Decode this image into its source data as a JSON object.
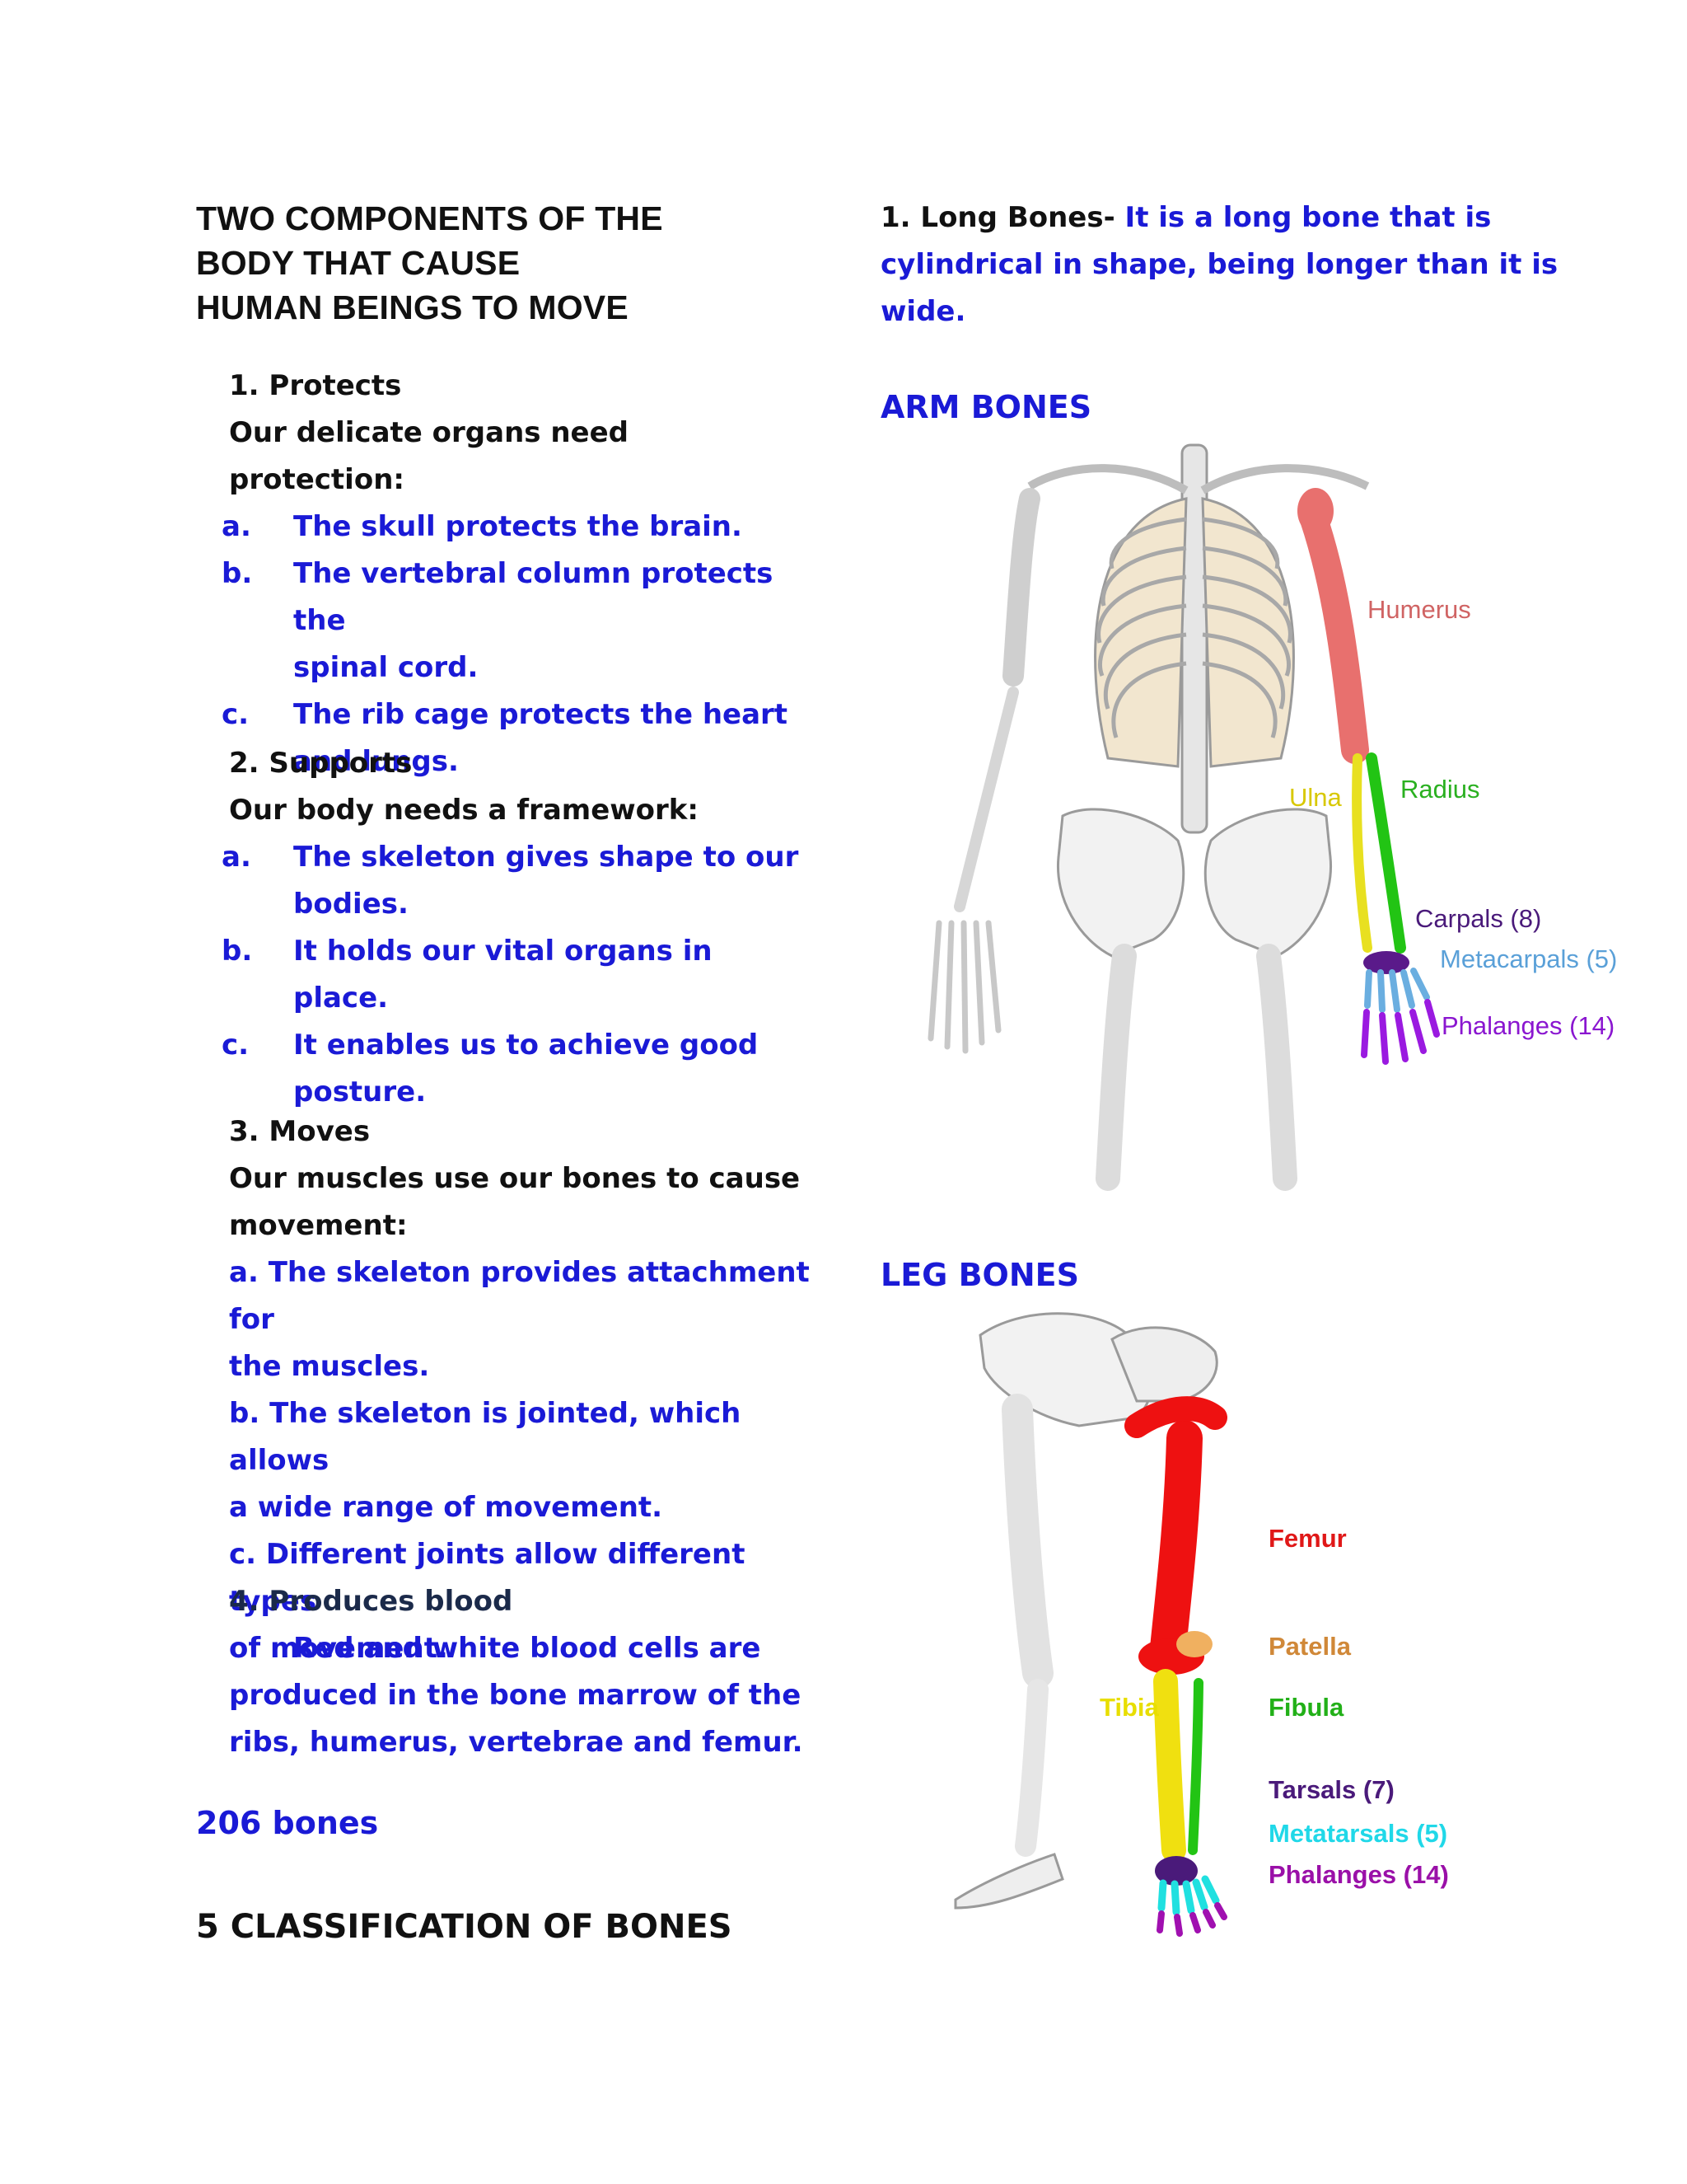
{
  "title_lines": [
    "TWO COMPONENTS OF THE",
    "BODY THAT CAUSE",
    "HUMAN BEINGS TO MOVE"
  ],
  "sections": [
    {
      "heading": "1. Protects",
      "intro": "Our delicate organs need protection:",
      "items": [
        {
          "marker": "a.",
          "lines": [
            "The skull protects the brain."
          ]
        },
        {
          "marker": "b.",
          "lines": [
            "The vertebral column protects the",
            "spinal cord."
          ]
        },
        {
          "marker": "c.",
          "lines": [
            "The rib cage protects the heart",
            "and lungs."
          ]
        }
      ]
    },
    {
      "heading": "2. Supports",
      "intro": "Our body needs a framework:",
      "items": [
        {
          "marker": "a.",
          "lines": [
            "The skeleton gives shape to our",
            "bodies."
          ]
        },
        {
          "marker": "b.",
          "lines": [
            "It holds our vital organs in place."
          ]
        },
        {
          "marker": "c.",
          "lines": [
            "It enables us to achieve good",
            "posture."
          ]
        }
      ]
    },
    {
      "heading": "3. Moves",
      "intro_lines": [
        "Our muscles use our bones to cause",
        "movement:"
      ],
      "lines": [
        "a. The skeleton provides attachment for",
        "the muscles.",
        "b. The skeleton is jointed, which allows",
        "a wide range of movement.",
        "c. Different joints allow different types",
        "of movement."
      ]
    },
    {
      "heading": "4. Produces blood",
      "lines": [
        "Red and white blood cells are",
        "produced in the bone marrow of the",
        "ribs, humerus, vertebrae and femur."
      ]
    }
  ],
  "bones_count": "206 bones",
  "classification_heading": "5 CLASSIFICATION OF BONES",
  "long_bones": {
    "label": "1. Long Bones-",
    "desc_lines": [
      " It is a long bone that is",
      "cylindrical in shape, being longer than it is",
      "wide."
    ]
  },
  "arm_section": {
    "heading": "ARM BONES",
    "labels": {
      "humerus": "Humerus",
      "ulna": "Ulna",
      "radius": "Radius",
      "carpals": "Carpals (8)",
      "metacarpals": "Metacarpals (5)",
      "phalanges": "Phalanges (14)"
    }
  },
  "leg_section": {
    "heading": "LEG BONES",
    "labels": {
      "femur": "Femur",
      "patella": "Patella",
      "tibia": "Tibia",
      "fibula": "Fibula",
      "tarsals": "Tarsals (7)",
      "metatarsals": "Metatarsals (5)",
      "phalanges": "Phalanges (14)"
    }
  },
  "colors": {
    "body_blue": "#1a1ad6",
    "humerus": "#e8706e",
    "ulna": "#e8e020",
    "radius": "#22c414",
    "carpals": "#5a1a8a",
    "metacarpals": "#6aaee0",
    "arm_phalanges": "#9a1ae0",
    "femur": "#ee1111",
    "patella": "#f0b060",
    "tibia": "#f0e010",
    "fibula": "#22c414",
    "tarsals": "#4a1a7a",
    "metatarsals": "#20e0e0",
    "leg_phalanges": "#a010b0"
  }
}
